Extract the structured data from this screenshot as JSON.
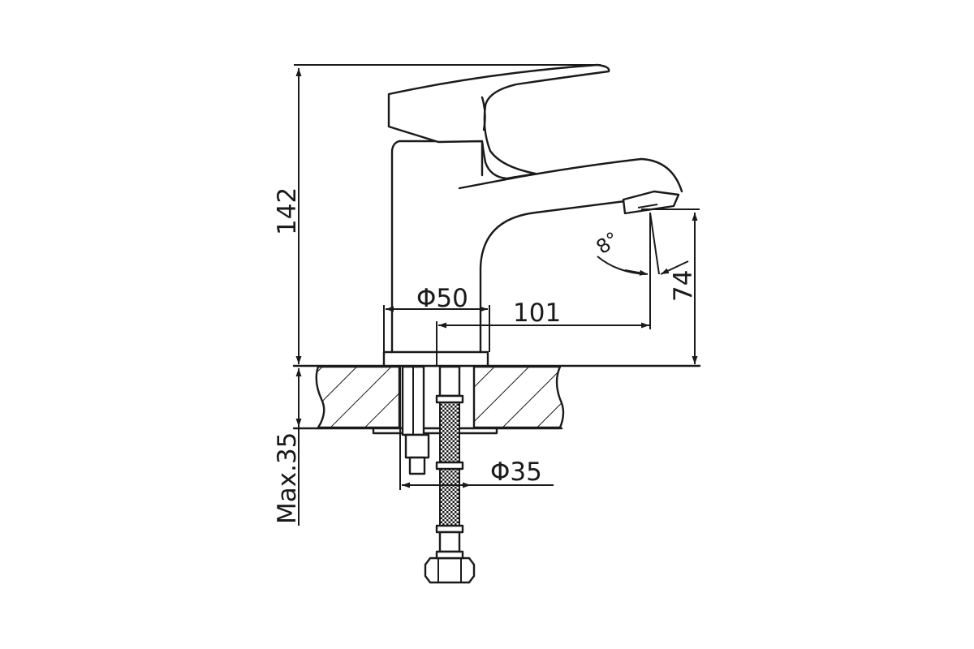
{
  "dimensions": {
    "height_total": "142",
    "spout_height": "74",
    "base_diameter": "Φ50",
    "spout_reach": "101",
    "mount_hole_diameter": "Φ35",
    "max_deck_thickness": "Max.35",
    "spout_angle": "8°"
  },
  "colors": {
    "line": "#1a1a1a",
    "background": "#ffffff"
  }
}
